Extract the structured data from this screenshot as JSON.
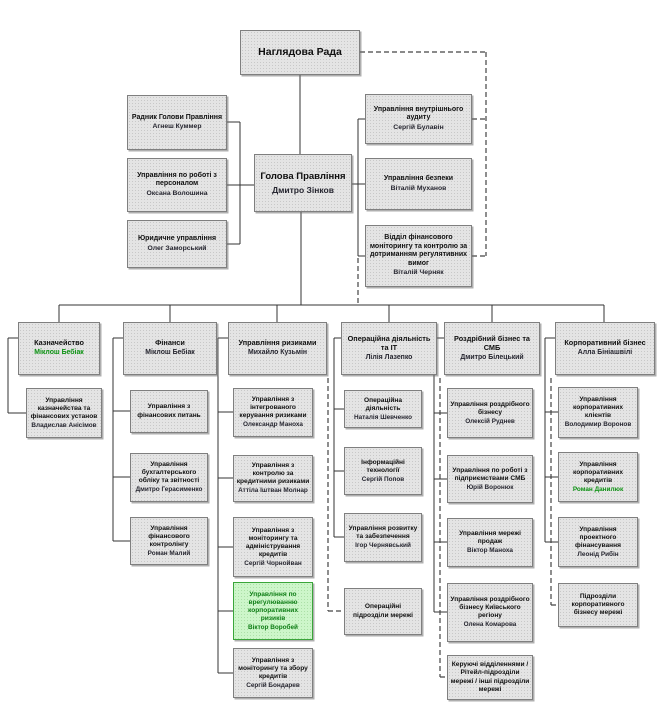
{
  "org_chart": {
    "supervisory_board": {
      "title": "Наглядова Рада"
    },
    "chairman": {
      "title": "Голова Правління",
      "name": "Дмитро Зінков"
    },
    "left_units": [
      {
        "title": "Радник Голови Правління",
        "name": "Агнеш Куммер"
      },
      {
        "title": "Управління по роботі з персоналом",
        "name": "Оксана Волошина"
      },
      {
        "title": "Юридичне управління",
        "name": "Олег Заморський"
      }
    ],
    "right_units": [
      {
        "title": "Управління внутрішнього аудиту",
        "name": "Сергій Булавін"
      },
      {
        "title": "Управління безпеки",
        "name": "Віталій Муханов"
      },
      {
        "title": "Відділ фінансового моніторингу та контролю за дотриманням регулятивних вимог",
        "name": "Віталій Черняк"
      }
    ],
    "columns": [
      {
        "head": {
          "title": "Казначейство",
          "name": "Міклош Бебіак",
          "name_highlight": "green"
        },
        "children": [
          {
            "title": "Управління казначейства та фінансових установ",
            "name": "Владислав Анісімов"
          }
        ]
      },
      {
        "head": {
          "title": "Фінанси",
          "name": "Міклош Бебіак"
        },
        "children": [
          {
            "title": "Управління з фінансових питань",
            "name": ""
          },
          {
            "title": "Управління бухгалтерського обліку та звітності",
            "name": "Дмитро Герасименко"
          },
          {
            "title": "Управління фінансового контролінгу",
            "name": "Роман Малий"
          }
        ]
      },
      {
        "head": {
          "title": "Управління ризиками",
          "name": "Михайло Кузьмін"
        },
        "children": [
          {
            "title": "Управління з інтегрованого керування ризиками",
            "name": "Олександр Маноха"
          },
          {
            "title": "Управління з контролю за кредитними ризиками",
            "name": "Аттіла Іштван Молнар"
          },
          {
            "title": "Управління з моніторингу та адміністрування кредитів",
            "name": "Сергій Чорнойван"
          },
          {
            "title": "Управління по врегулюванню корпоративних ризиків",
            "name": "Віктор Воробей",
            "box_highlight": "green"
          },
          {
            "title": "Управління з моніторингу та збору кредитів",
            "name": "Сергій Бондарев"
          }
        ]
      },
      {
        "head": {
          "title": "Операційна діяльність та ІТ",
          "name": "Лілія Лазепко"
        },
        "children": [
          {
            "title": "Операційна діяльність",
            "name": "Наталія Шевченко"
          },
          {
            "title": "Інформаційні технології",
            "name": "Сергій Попов"
          },
          {
            "title": "Управління розвитку та забезпечення",
            "name": "Ігор Чернявський"
          },
          {
            "title": "Операційні підрозділи мережі",
            "name": "",
            "dashed_link": true
          }
        ]
      },
      {
        "head": {
          "title": "Роздрібний бізнес та СМБ",
          "name": "Дмитро Білецький"
        },
        "children": [
          {
            "title": "Управління роздрібного бізнесу",
            "name": "Олексій Руднев"
          },
          {
            "title": "Управління по роботі з підприємствами СМБ",
            "name": "Юрій Воронюк"
          },
          {
            "title": "Управління мережі продаж",
            "name": "Віктор Маноха"
          },
          {
            "title": "Управління роздрібного бізнесу Київського регіону",
            "name": "Олена Комарова"
          },
          {
            "title": "Керуючі відділеннями / Рітейл-підрозділи мережі / інші підрозділи мережі",
            "name": "",
            "dashed_link": true
          }
        ]
      },
      {
        "head": {
          "title": "Корпоративний бізнес",
          "name": "Алла Бініашвілі"
        },
        "children": [
          {
            "title": "Управління корпоративних клієнтів",
            "name": "Володимир Воронов"
          },
          {
            "title": "Управління корпоративних кредитів",
            "name": "Роман Данилюк",
            "name_highlight": "green"
          },
          {
            "title": "Управління проектного фінансування",
            "name": "Леонід Рибін"
          },
          {
            "title": "Підрозділи корпоративного бізнесу мережі",
            "name": "",
            "dashed_link": true
          }
        ]
      }
    ],
    "colors": {
      "box_fill": "#e4e4e4",
      "box_border": "#7f7f7f",
      "highlight_green_fill": "#cdf6ca",
      "highlight_green_border": "#3aa53a",
      "green_text": "#0c9212",
      "solid_line": "#333333",
      "dashed_line": "#444444"
    }
  }
}
